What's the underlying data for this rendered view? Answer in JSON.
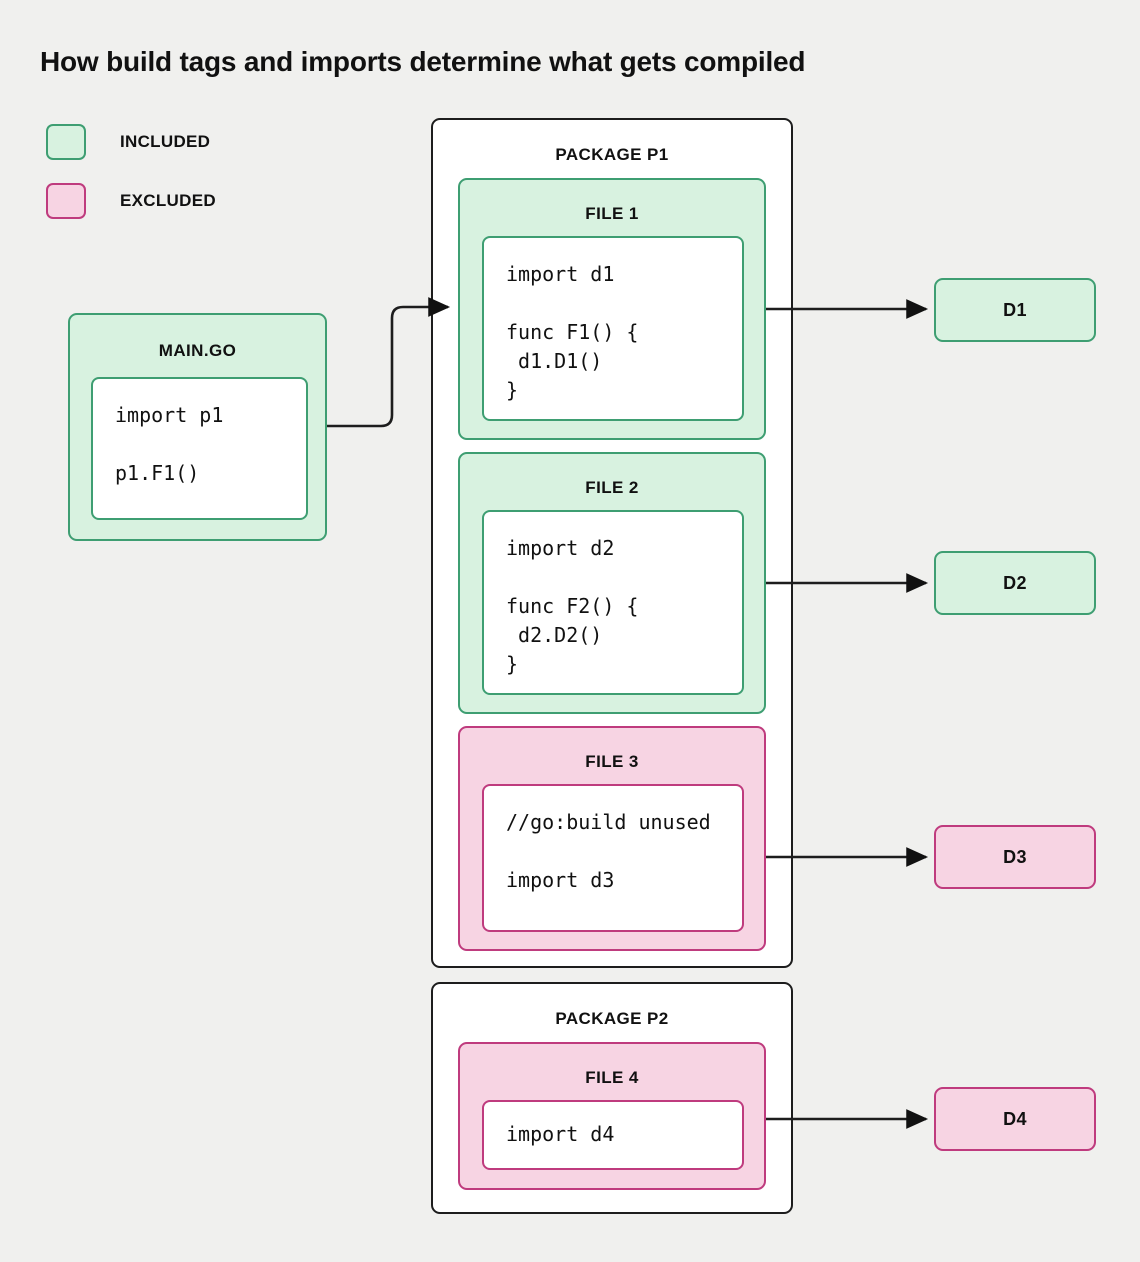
{
  "title": "How build tags and imports determine what gets compiled",
  "colors": {
    "background": "#f0f0ee",
    "included_fill": "#d8f2e0",
    "included_stroke": "#3e9e72",
    "excluded_fill": "#f7d4e3",
    "excluded_stroke": "#bf3b7e",
    "box_stroke": "#1d1d1d",
    "text": "#111111"
  },
  "legend": {
    "items": [
      {
        "label": "INCLUDED",
        "state": "included"
      },
      {
        "label": "EXCLUDED",
        "state": "excluded"
      }
    ]
  },
  "entrypoint": {
    "title": "MAIN.GO",
    "state": "included",
    "code": "import p1\n\np1.F1()"
  },
  "packages": [
    {
      "title": "PACKAGE P1",
      "files": [
        {
          "title": "FILE 1",
          "state": "included",
          "code": "import d1\n\nfunc F1() {\n d1.D1()\n}"
        },
        {
          "title": "FILE 2",
          "state": "included",
          "code": "import d2\n\nfunc F2() {\n d2.D2()\n}"
        },
        {
          "title": "FILE 3",
          "state": "excluded",
          "code": "//go:build unused\n\nimport d3"
        }
      ]
    },
    {
      "title": "PACKAGE P2",
      "files": [
        {
          "title": "FILE 4",
          "state": "excluded",
          "code": "import d4"
        }
      ]
    }
  ],
  "dependencies": [
    {
      "label": "D1",
      "state": "included"
    },
    {
      "label": "D2",
      "state": "included"
    },
    {
      "label": "D3",
      "state": "excluded"
    },
    {
      "label": "D4",
      "state": "excluded"
    }
  ]
}
